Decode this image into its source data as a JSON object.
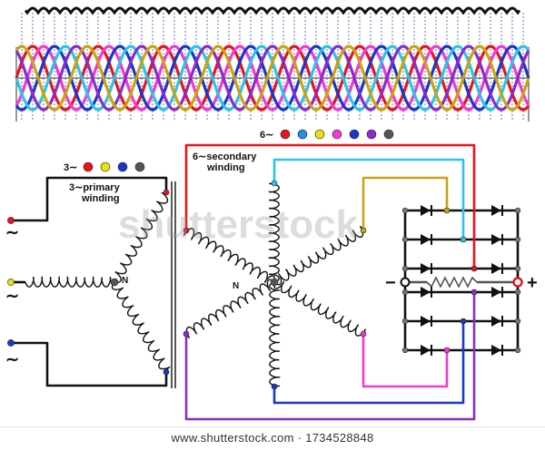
{
  "labels": {
    "primary_phase": "3∼",
    "primary_winding_1": "3∼primary",
    "primary_winding_2": "winding",
    "secondary_phase": "6∼",
    "secondary_winding_1": "6∼secondary",
    "secondary_winding_2": "winding",
    "neutral_primary": "N",
    "neutral_secondary": "N",
    "ac_symbol": "∼",
    "minus": "−",
    "plus": "+",
    "watermark": "shutterstock"
  },
  "footer": {
    "text": "www.shutterstock.com · 1734528848"
  },
  "colors": {
    "red": "#e8141c",
    "cyan": "#2cc4e6",
    "yellow": "#c8a414",
    "magenta": "#f23ad2",
    "blue": "#1a38c8",
    "purple": "#8a2cc8",
    "gray": "#555555",
    "black": "#111111"
  }
}
